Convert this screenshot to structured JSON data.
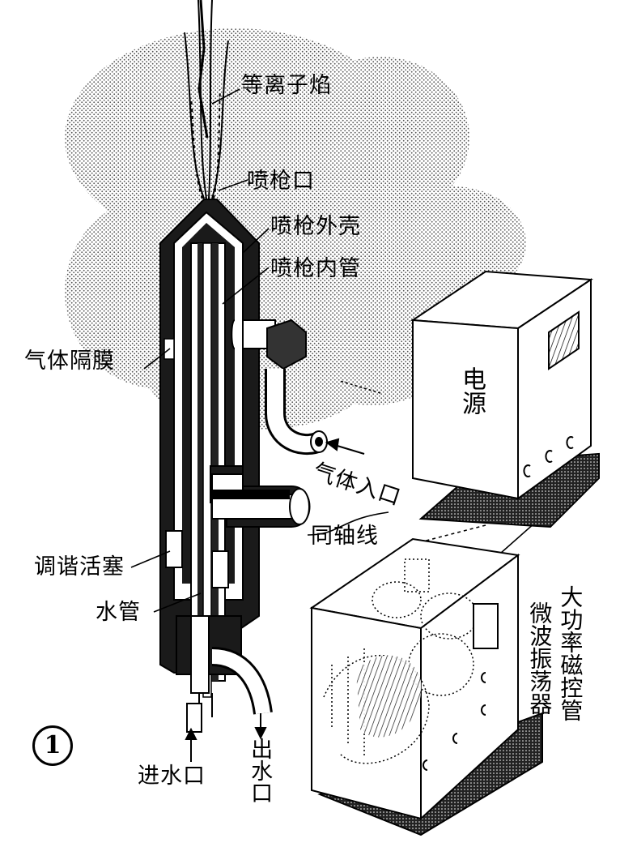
{
  "labels": {
    "plasma_flame": "等离子焰",
    "nozzle": "喷枪口",
    "outer_shell": "喷枪外壳",
    "inner_tube": "喷枪内管",
    "gas_diaphragm": "气体隔膜",
    "gas_inlet": "气体入口",
    "coax_cable": "同轴线",
    "tuning_piston": "调谐活塞",
    "water_pipe": "水管",
    "water_inlet": "进水口",
    "water_outlet": "出水口",
    "power_supply": "电源",
    "magnetron_line1": "大功率磁控管",
    "magnetron_line2": "微波振荡器"
  },
  "figure_number": "1",
  "colors": {
    "ink": "#000000",
    "paper": "#ffffff",
    "stipple": "#9a9a9a"
  }
}
